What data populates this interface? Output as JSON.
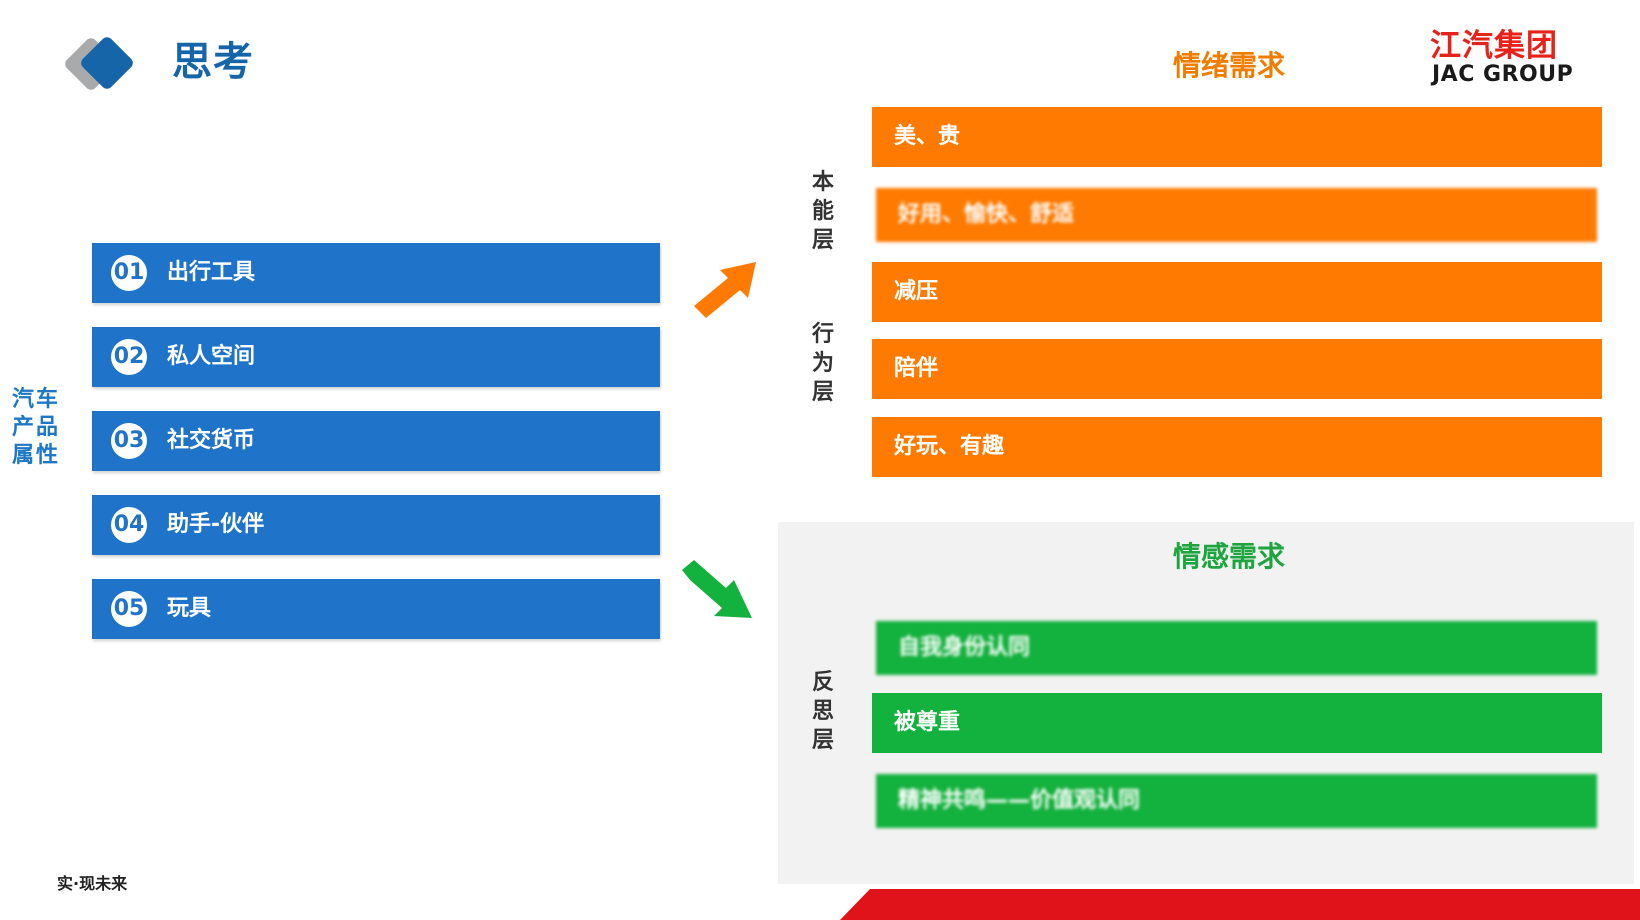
{
  "header": {
    "title": "思考",
    "logo_cn": "江汽集团",
    "logo_en": "JAC GROUP"
  },
  "left_category": "汽车产品属性",
  "attributes": [
    {
      "num": "01",
      "label": "出行工具"
    },
    {
      "num": "02",
      "label": "私人空间"
    },
    {
      "num": "03",
      "label": "社交货币"
    },
    {
      "num": "04",
      "label": "助手-伙伴"
    },
    {
      "num": "05",
      "label": "玩具"
    }
  ],
  "emotion_needs": {
    "title": "情绪需求",
    "layer_labels": [
      "本能层",
      "行为层"
    ],
    "items": [
      "美、贵",
      "好用、愉快、舒适",
      "减压",
      "陪伴",
      "好玩、有趣"
    ]
  },
  "feeling_needs": {
    "title": "情感需求",
    "layer_label": "反思层",
    "items": [
      "自我身份认同",
      "被尊重",
      "精神共鸣——价值观认同"
    ]
  },
  "footer": {
    "slogan": "实·现未来"
  },
  "colors": {
    "brand_blue": "#1f73c9",
    "title_blue": "#1565a8",
    "orange": "#ff7a00",
    "green": "#13b13d",
    "red": "#e1131a"
  },
  "icons": {
    "up_arrow": "orange-arrow-up-right-icon",
    "down_arrow": "green-arrow-down-right-icon"
  }
}
